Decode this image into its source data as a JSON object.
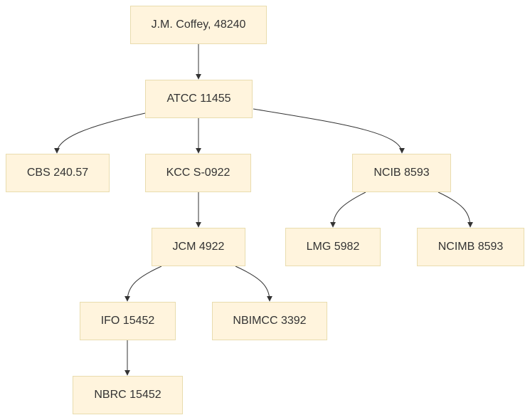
{
  "diagram": {
    "colors": {
      "node_fill": "#fff4dd",
      "node_border": "#e9dcae",
      "edge": "#333333",
      "text": "#333333"
    },
    "nodes": {
      "coffey": "J.M. Coffey, 48240",
      "atcc": "ATCC 11455",
      "cbs": "CBS 240.57",
      "kcc": "KCC S-0922",
      "ncib": "NCIB 8593",
      "jcm": "JCM 4922",
      "lmg": "LMG 5982",
      "ncimb": "NCIMB 8593",
      "ifo": "IFO 15452",
      "nbimcc": "NBIMCC 3392",
      "nbrc": "NBRC 15452"
    },
    "edges": [
      {
        "from": "coffey",
        "to": "atcc"
      },
      {
        "from": "atcc",
        "to": "cbs"
      },
      {
        "from": "atcc",
        "to": "kcc"
      },
      {
        "from": "atcc",
        "to": "ncib"
      },
      {
        "from": "kcc",
        "to": "jcm"
      },
      {
        "from": "ncib",
        "to": "lmg"
      },
      {
        "from": "ncib",
        "to": "ncimb"
      },
      {
        "from": "jcm",
        "to": "ifo"
      },
      {
        "from": "jcm",
        "to": "nbimcc"
      },
      {
        "from": "ifo",
        "to": "nbrc"
      }
    ]
  }
}
